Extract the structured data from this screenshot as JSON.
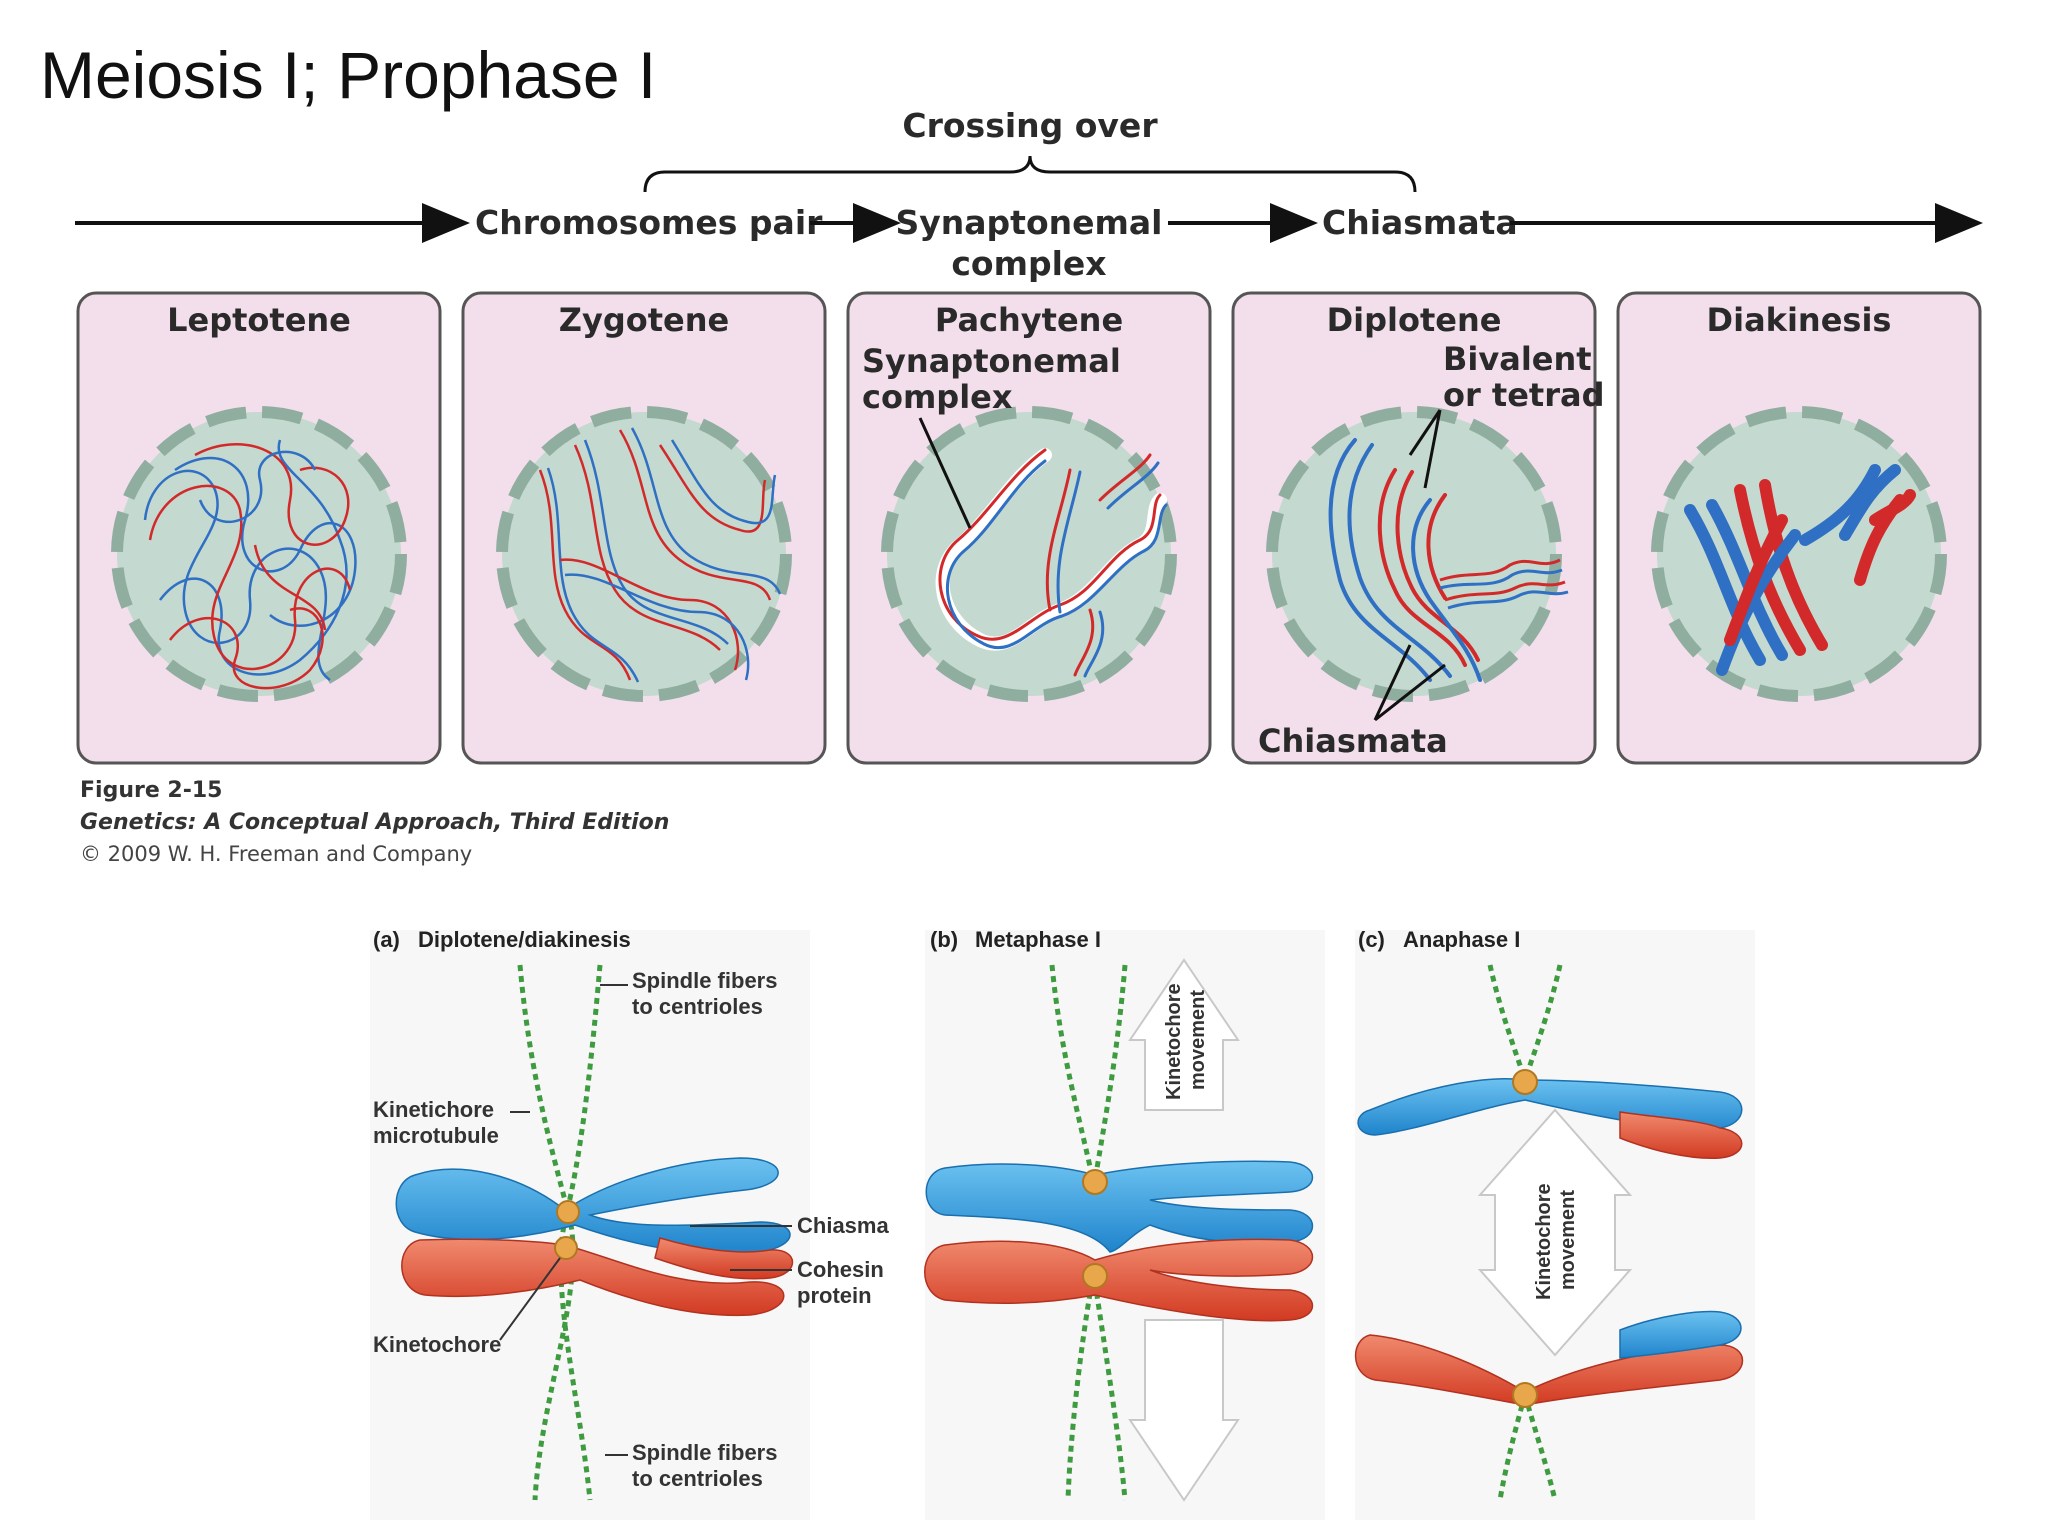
{
  "title": "Meiosis I; Prophase I",
  "top": {
    "crossing_over": "Crossing over",
    "chromosomes_pair": "Chromosomes pair",
    "synaptonemal_1": "Synaptonemal",
    "synaptonemal_2": "complex",
    "chiasmata_header": "Chiasmata",
    "stages": [
      "Leptotene",
      "Zygotene",
      "Pachytene",
      "Diplotene",
      "Diakinesis"
    ],
    "pachytene_label_1": "Synaptonemal",
    "pachytene_label_2": "complex",
    "bivalent_1": "Bivalent",
    "bivalent_2": "or tetrad",
    "chiasmata_label": "Chiasmata"
  },
  "caption": {
    "figure": "Figure 2-15",
    "book": "Genetics: A Conceptual Approach, Third Edition",
    "copyright": "© 2009 W. H. Freeman and Company"
  },
  "bottom": {
    "panel_a": {
      "letter": "(a)",
      "title": "Diplotene/diakinesis",
      "spindle_top_1": "Spindle fibers",
      "spindle_top_2": "to centrioles",
      "kinetichore_1": "Kinetichore",
      "kinetichore_2": "microtubule",
      "chiasma": "Chiasma",
      "cohesin_1": "Cohesin",
      "cohesin_2": "protein",
      "kinetochore": "Kinetochore",
      "spindle_bottom_1": "Spindle fibers",
      "spindle_bottom_2": "to centrioles"
    },
    "panel_b": {
      "letter": "(b)",
      "title": "Metaphase I",
      "movement_1": "Kinetochore",
      "movement_2": "movement"
    },
    "panel_c": {
      "letter": "(c)",
      "title": "Anaphase I",
      "movement_1": "Kinetochore",
      "movement_2": "movement"
    }
  },
  "colors": {
    "panel_fill": "#f3dfeb",
    "nucleus_fill": "#c4d9cf",
    "red": "#d22a2a",
    "blue": "#2f6fc4",
    "chromatid_blue": "#3aa0df",
    "chromatid_red": "#e2513a",
    "spindle": "#3f9b3f"
  }
}
